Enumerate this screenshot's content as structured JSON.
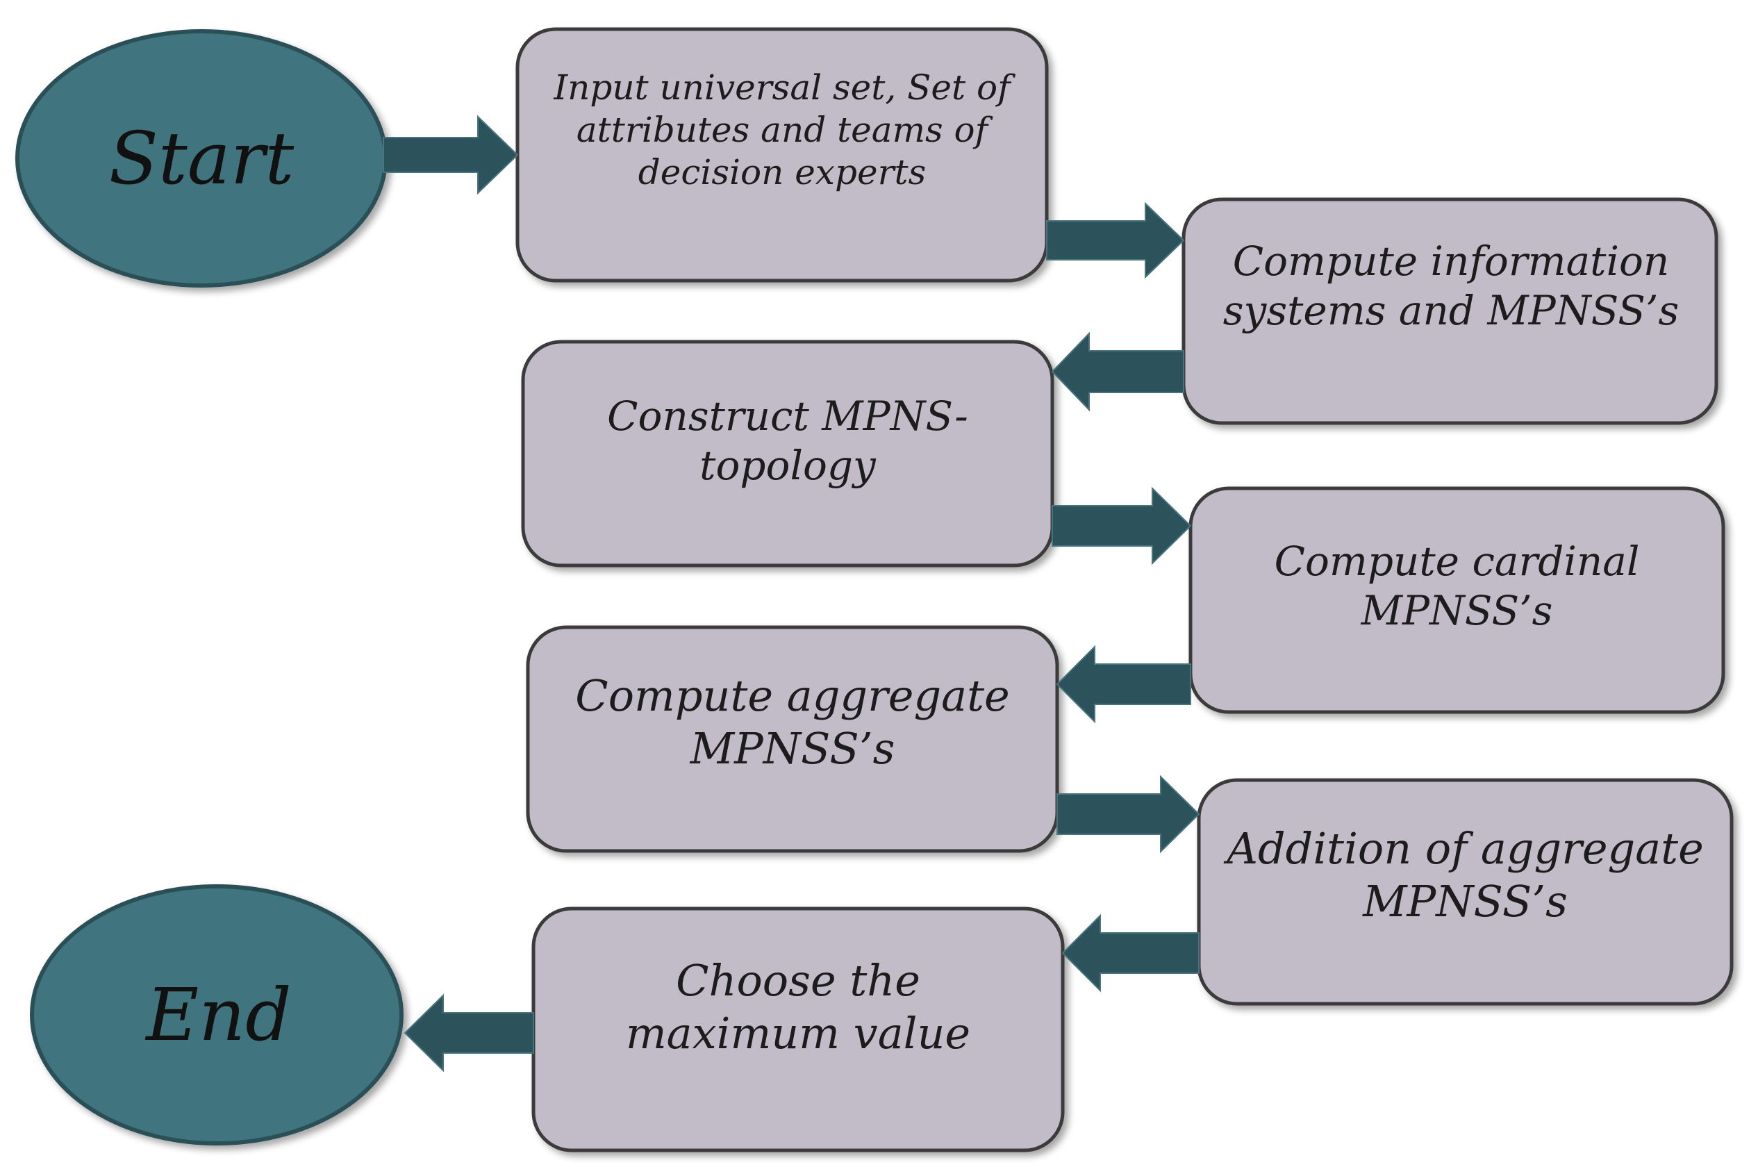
{
  "terminals": {
    "start": "Start",
    "end": "End"
  },
  "steps": [
    "Input universal set, Set of attributes and teams of decision experts",
    "Compute information systems  and MPNSS’s",
    "Construct MPNS-topology",
    "Compute cardinal MPNSS’s",
    "Compute aggregate MPNSS’s",
    "Addition of aggregate MPNSS’s",
    "Choose the maximum value"
  ],
  "colors": {
    "terminal_fill": "#41757f",
    "process_fill": "#c2bcc9",
    "arrow_fill": "#2c535c"
  }
}
